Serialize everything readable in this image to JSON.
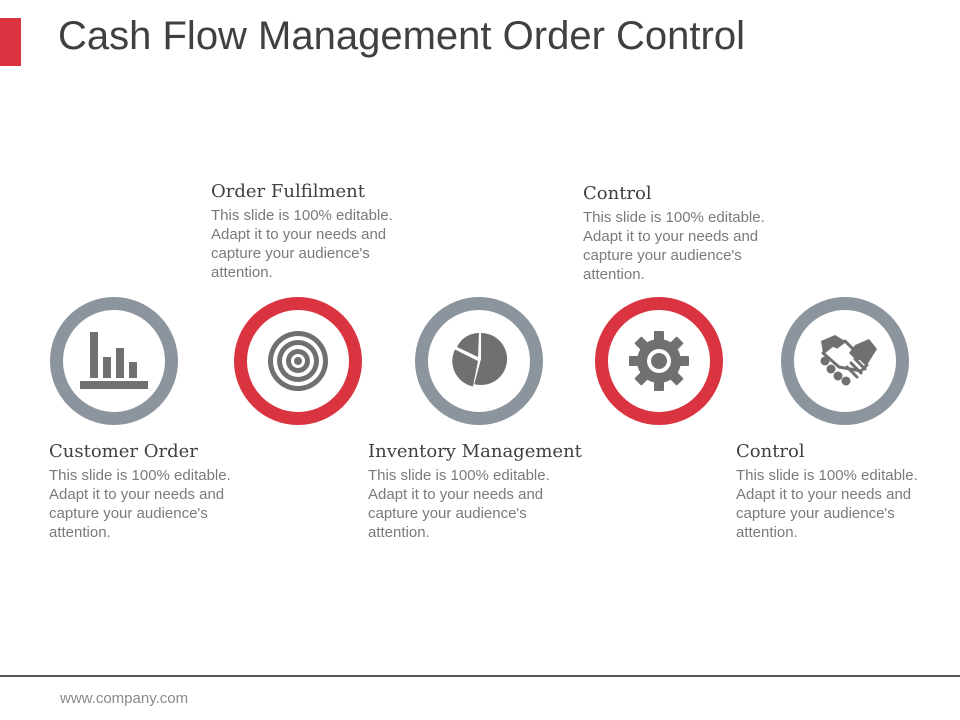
{
  "slide": {
    "title": "Cash Flow Management Order Control",
    "accent_color": "#d9343f",
    "ring_gray": "#8c949e",
    "icon_color": "#707070"
  },
  "steps": [
    {
      "icon": "bar-chart-icon",
      "ring": "gray",
      "title": "Customer Order",
      "desc": "This slide is 100% editable. Adapt it to your needs and capture your audience's attention."
    },
    {
      "icon": "target-icon",
      "ring": "red",
      "title": "Order Fulfilment",
      "desc": "This slide is 100% editable. Adapt it to your needs and capture your audience's attention."
    },
    {
      "icon": "pie-chart-icon",
      "ring": "gray",
      "title": "Inventory Management",
      "desc": "This slide is 100% editable. Adapt it to your needs and capture your audience's attention."
    },
    {
      "icon": "gear-icon",
      "ring": "red",
      "title": "Control",
      "desc": "This slide is 100% editable. Adapt it to your needs and capture your audience's attention."
    },
    {
      "icon": "handshake-icon",
      "ring": "gray",
      "title": "Control",
      "desc": "This slide is 100% editable. Adapt it to your needs and capture your audience's attention."
    }
  ],
  "footer": {
    "url": "www.company.com"
  }
}
